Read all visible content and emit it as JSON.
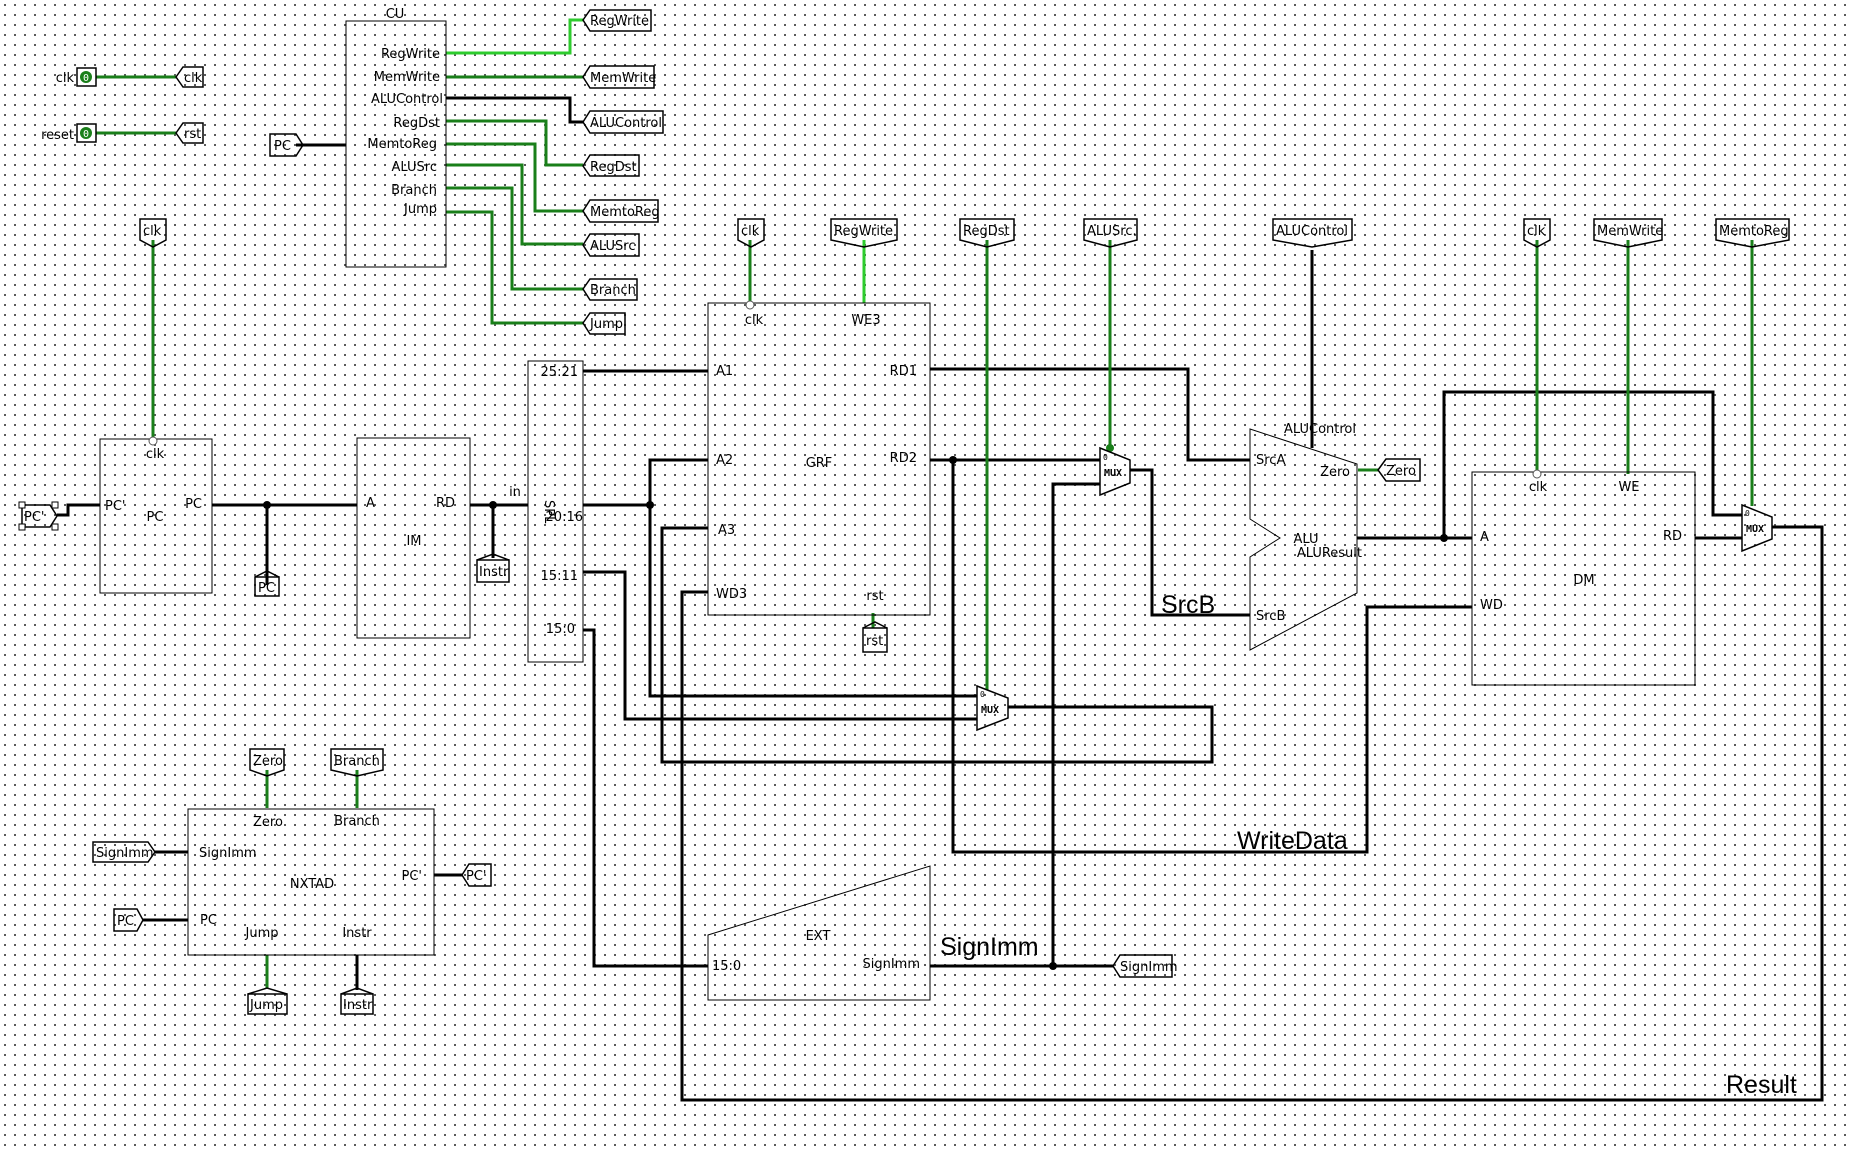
{
  "inputs": {
    "clk": {
      "label": "clk",
      "value": "0"
    },
    "reset": {
      "label": "reset",
      "value": "0"
    }
  },
  "tunnels": {
    "clk": "clk",
    "rst": "rst",
    "pc": "PC",
    "pc_prime": "PC'",
    "instr": "Instr",
    "regwrite": "RegWrite",
    "memwrite": "MemWrite",
    "alucontrol": "ALUControl",
    "regdst": "RegDst",
    "memtoreg": "MemtoReg",
    "alusrc": "ALUSrc",
    "alusrc_top": "ALUSrc.",
    "branch": "Branch",
    "jump": "Jump",
    "zero": "Zero",
    "signimm": "SignImm"
  },
  "cu": {
    "title": "CU",
    "ports": [
      "RegWrite",
      "MemWrite",
      "ALUControl",
      "RegDst",
      "MemtoReg",
      "ALUSrc",
      "Branch",
      "Jump"
    ]
  },
  "pc_reg": {
    "name": "PC",
    "clk": "clk",
    "in": "PC'",
    "out": "PC"
  },
  "im": {
    "name": "IM",
    "a": "A",
    "rd": "RD"
  },
  "splitter": {
    "name": "SPL",
    "in": "in",
    "taps": [
      "25:21",
      "20:16",
      "15:11",
      "15:0"
    ]
  },
  "grf": {
    "name": "GRF",
    "clk": "clk",
    "we3": "WE3",
    "a1": "A1",
    "a2": "A2",
    "a3": "A3",
    "wd3": "WD3",
    "rd1": "RD1",
    "rd2": "RD2",
    "rst": "rst"
  },
  "alu": {
    "name": "ALU",
    "control": "ALUControl",
    "srca": "SrcA",
    "srcb": "SrcB",
    "zero": "Zero",
    "result": "ALUResult"
  },
  "dm": {
    "name": "DM",
    "clk": "clk",
    "we": "WE",
    "a": "A",
    "wd": "WD",
    "rd": "RD"
  },
  "ext": {
    "name": "EXT",
    "in": "15:0",
    "out": "SignImm"
  },
  "nxtad": {
    "name": "NXTAD",
    "zero": "Zero",
    "branch": "Branch",
    "signimm": "SignImm",
    "pc": "PC",
    "jump": "Jump",
    "instr": "Instr",
    "out": "PC'"
  },
  "mux_label": "MUX",
  "mux_sel": "0",
  "nets": {
    "srcb": "SrcB",
    "writedata": "WriteData",
    "signimm": "SignImm",
    "result": "Result"
  }
}
